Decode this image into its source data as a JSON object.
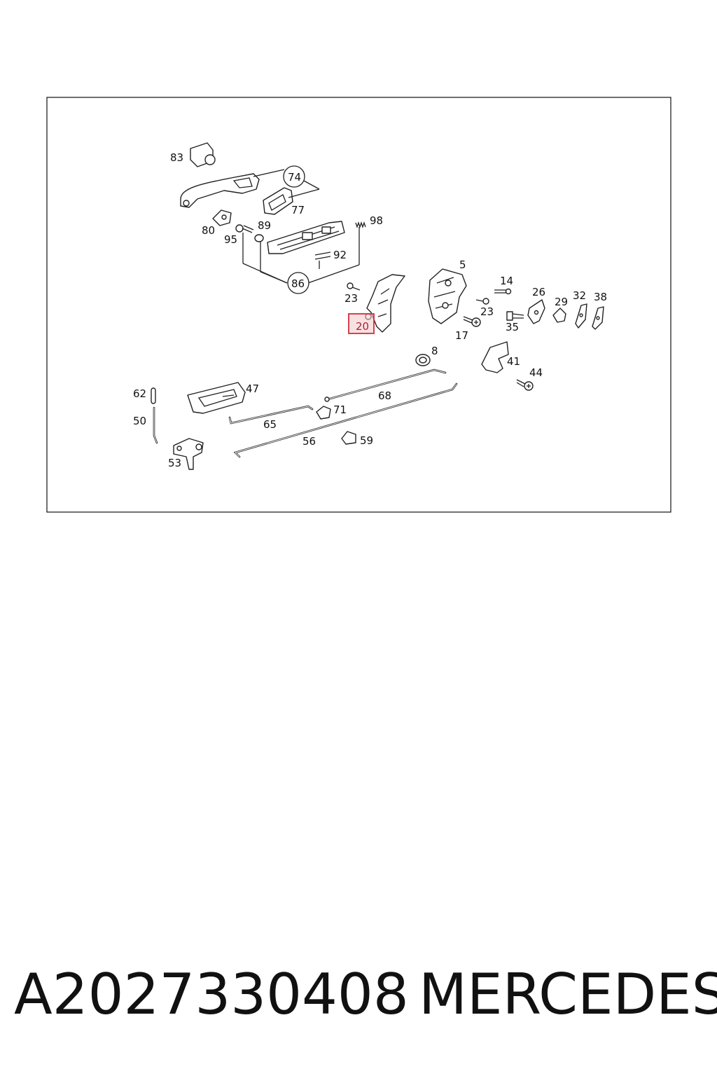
{
  "diagram": {
    "labels": {
      "l5": "5",
      "l8": "8",
      "l14": "14",
      "l17": "17",
      "l20": "20",
      "l23a": "23",
      "l23b": "23",
      "l26": "26",
      "l29": "29",
      "l32": "32",
      "l35": "35",
      "l38": "38",
      "l41": "41",
      "l44": "44",
      "l47": "47",
      "l50": "50",
      "l53": "53",
      "l56": "56",
      "l59": "59",
      "l62": "62",
      "l65": "65",
      "l68": "68",
      "l71": "71",
      "l74": "74",
      "l77": "77",
      "l80": "80",
      "l83": "83",
      "l86": "86",
      "l89": "89",
      "l92": "92",
      "l95": "95",
      "l98": "98"
    },
    "highlighted_part": "20",
    "highlight_color": "#d0303a"
  },
  "caption": {
    "part_number": "A2027330408",
    "brand": "MERCEDES"
  }
}
